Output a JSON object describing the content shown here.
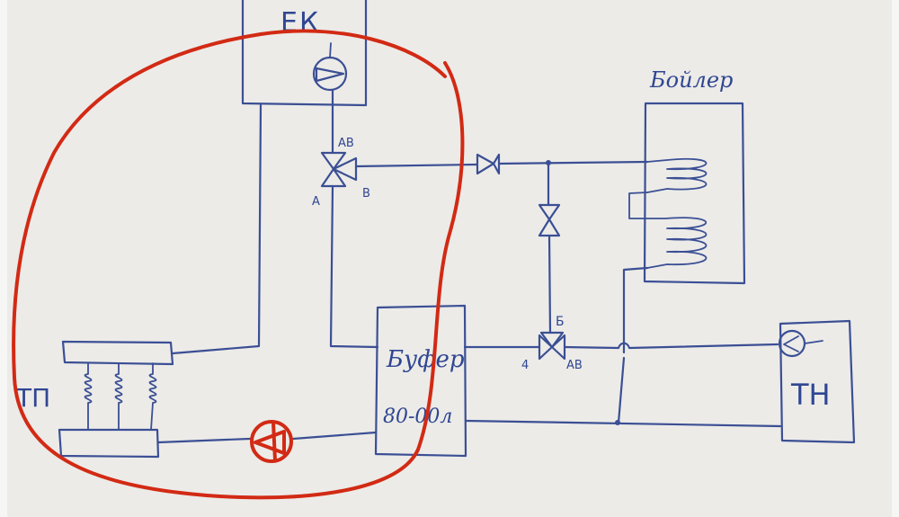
{
  "labels": {
    "boiler_ek": "ЕК",
    "boiler_dhw": "Бойлер",
    "buffer_title": "Буфер",
    "buffer_volume": "80-00л",
    "heat_pump": "ТН",
    "floor_heating": "ТП",
    "valve_top_ab": "АВ",
    "valve_top_a": "А",
    "valve_top_b": "В",
    "valve_bottom_b": "Б",
    "valve_bottom_a": "4",
    "valve_bottom_ab": "АВ"
  },
  "colors": {
    "ink": "#3b4f94",
    "highlight": "#d22a14",
    "paper": "#ecebe8"
  },
  "icons": {
    "pump": "pump-icon",
    "three_way_valve": "three-way-valve-icon",
    "check_valve": "check-valve-icon",
    "coil": "heat-exchanger-coil-icon"
  }
}
